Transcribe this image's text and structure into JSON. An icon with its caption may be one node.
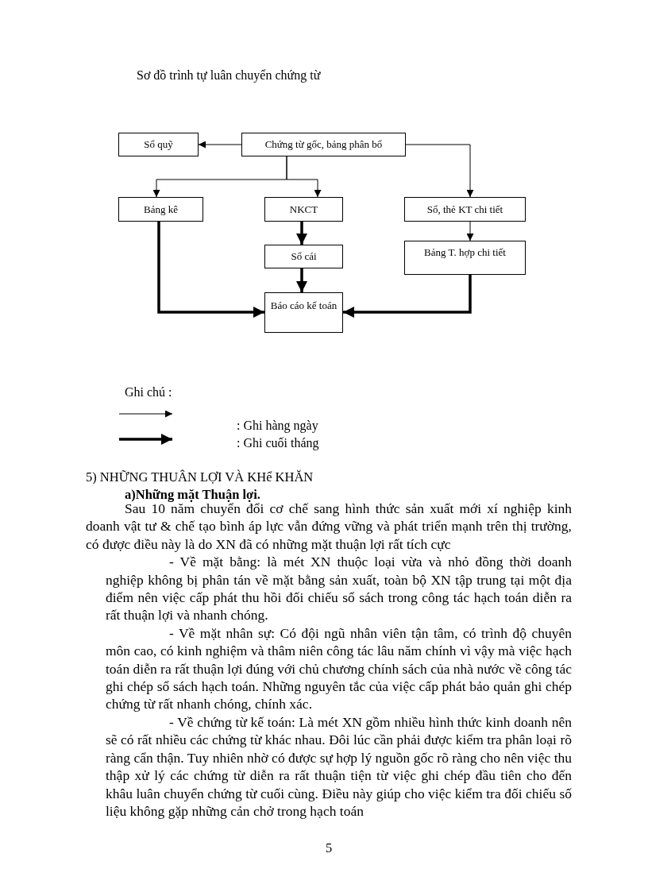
{
  "diagram": {
    "title": "Sơ đồ trình tự luân chuyển chứng từ",
    "nodes": [
      {
        "text": [
          "Sổ quỹ"
        ]
      },
      {
        "text": [
          "Chứng từ gốc, bảng phân bổ"
        ]
      },
      {
        "text": [
          "Bảng kê"
        ]
      },
      {
        "text": [
          "NKCT"
        ]
      },
      {
        "text": [
          "Sổ, thẻ KT chi tiết"
        ]
      },
      {
        "text": [
          "Sổ cái"
        ]
      },
      {
        "text": [
          "Bảng T. hợp chi tiết"
        ]
      },
      {
        "text": [
          "Báo cáo kế toán"
        ]
      }
    ],
    "edges": [
      {
        "from": 1,
        "to": 0,
        "arrow": "to"
      },
      {
        "from": 1,
        "to": 2,
        "arrow": "to"
      },
      {
        "from": 1,
        "to": 3,
        "arrow": "to"
      },
      {
        "from": 1,
        "to": 4,
        "arrow": "to"
      },
      {
        "from": 4,
        "to": 6,
        "arrow": "to"
      },
      {
        "from": 3,
        "to": 5,
        "arrow": "to",
        "style": "thick"
      },
      {
        "from": 5,
        "to": 7,
        "arrow": "to",
        "style": "thick"
      },
      {
        "from": 2,
        "to": 7,
        "arrow": "to",
        "style": "thick"
      },
      {
        "from": 6,
        "to": 7,
        "arrow": "to",
        "style": "thick"
      }
    ],
    "labels": [
      "Ghi chú :",
      "5) NHỮNG THUÂN LỢI VÀ KHể KHĂN",
      "a)Những mặt Thuận lợi.",
      "Sau 10 năm chuyển đổi cơ chế sang hình thức sản xuất mới xí nghiệp kinh doanh vật tư & chế tạo bình áp lực vẫn đứng vững và phát triển mạnh trên thị trường, có được điều này là do XN đã có những mặt thuận lợi rất tích cực",
      "- Về mặt bằng: là mét XN thuộc loại vừa và nhỏ đồng thời doanh nghiệp không bị phân tán về mặt bằng sản xuất, toàn bộ XN tập trung tại một địa điểm nên việc cấp phát thu hồi đối chiếu sổ sách trong công tác hạch toán diễn ra rất thuận lợi và nhanh chóng.",
      "- Về mặt nhân sự: Có đội ngũ nhân viên tận tâm, có trình độ chuyên môn cao, có kinh nghiệm và thâm niên công tác lâu năm chính vì vậy mà việc hạch toán diễn ra rất thuận lợi đúng với chủ chương chính sách của nhà nước về công tác ghi chép sổ sách hạch toán. Những nguyên tắc của việc cấp phát bảo quản ghi chép chứng từ rất nhanh chóng, chính xác.",
      "- Về chứng từ kế toán: Là mét XN gồm nhiều hình thức kinh doanh nên sẽ có rất nhiều các chứng từ khác nhau. Đôi lúc cần phải được kiểm tra phân loại rõ ràng cẩn thận. Tuy nhiên nhờ có được sự hợp lý nguồn gốc rõ ràng cho nên việc thu thập xử lý các chứng từ diễn ra rất thuận tiện từ việc ghi chép đầu tiên cho đến khâu luân chuyển chứng từ cuối cùng. Điều này giúp cho việc kiểm tra đối chiếu số liệu không gặp những cản chở trong hạch toán",
      "5"
    ],
    "legend": [
      {
        "text": ": Ghi hàng ngày"
      },
      {
        "text": ": Ghi cuối tháng"
      }
    ]
  }
}
